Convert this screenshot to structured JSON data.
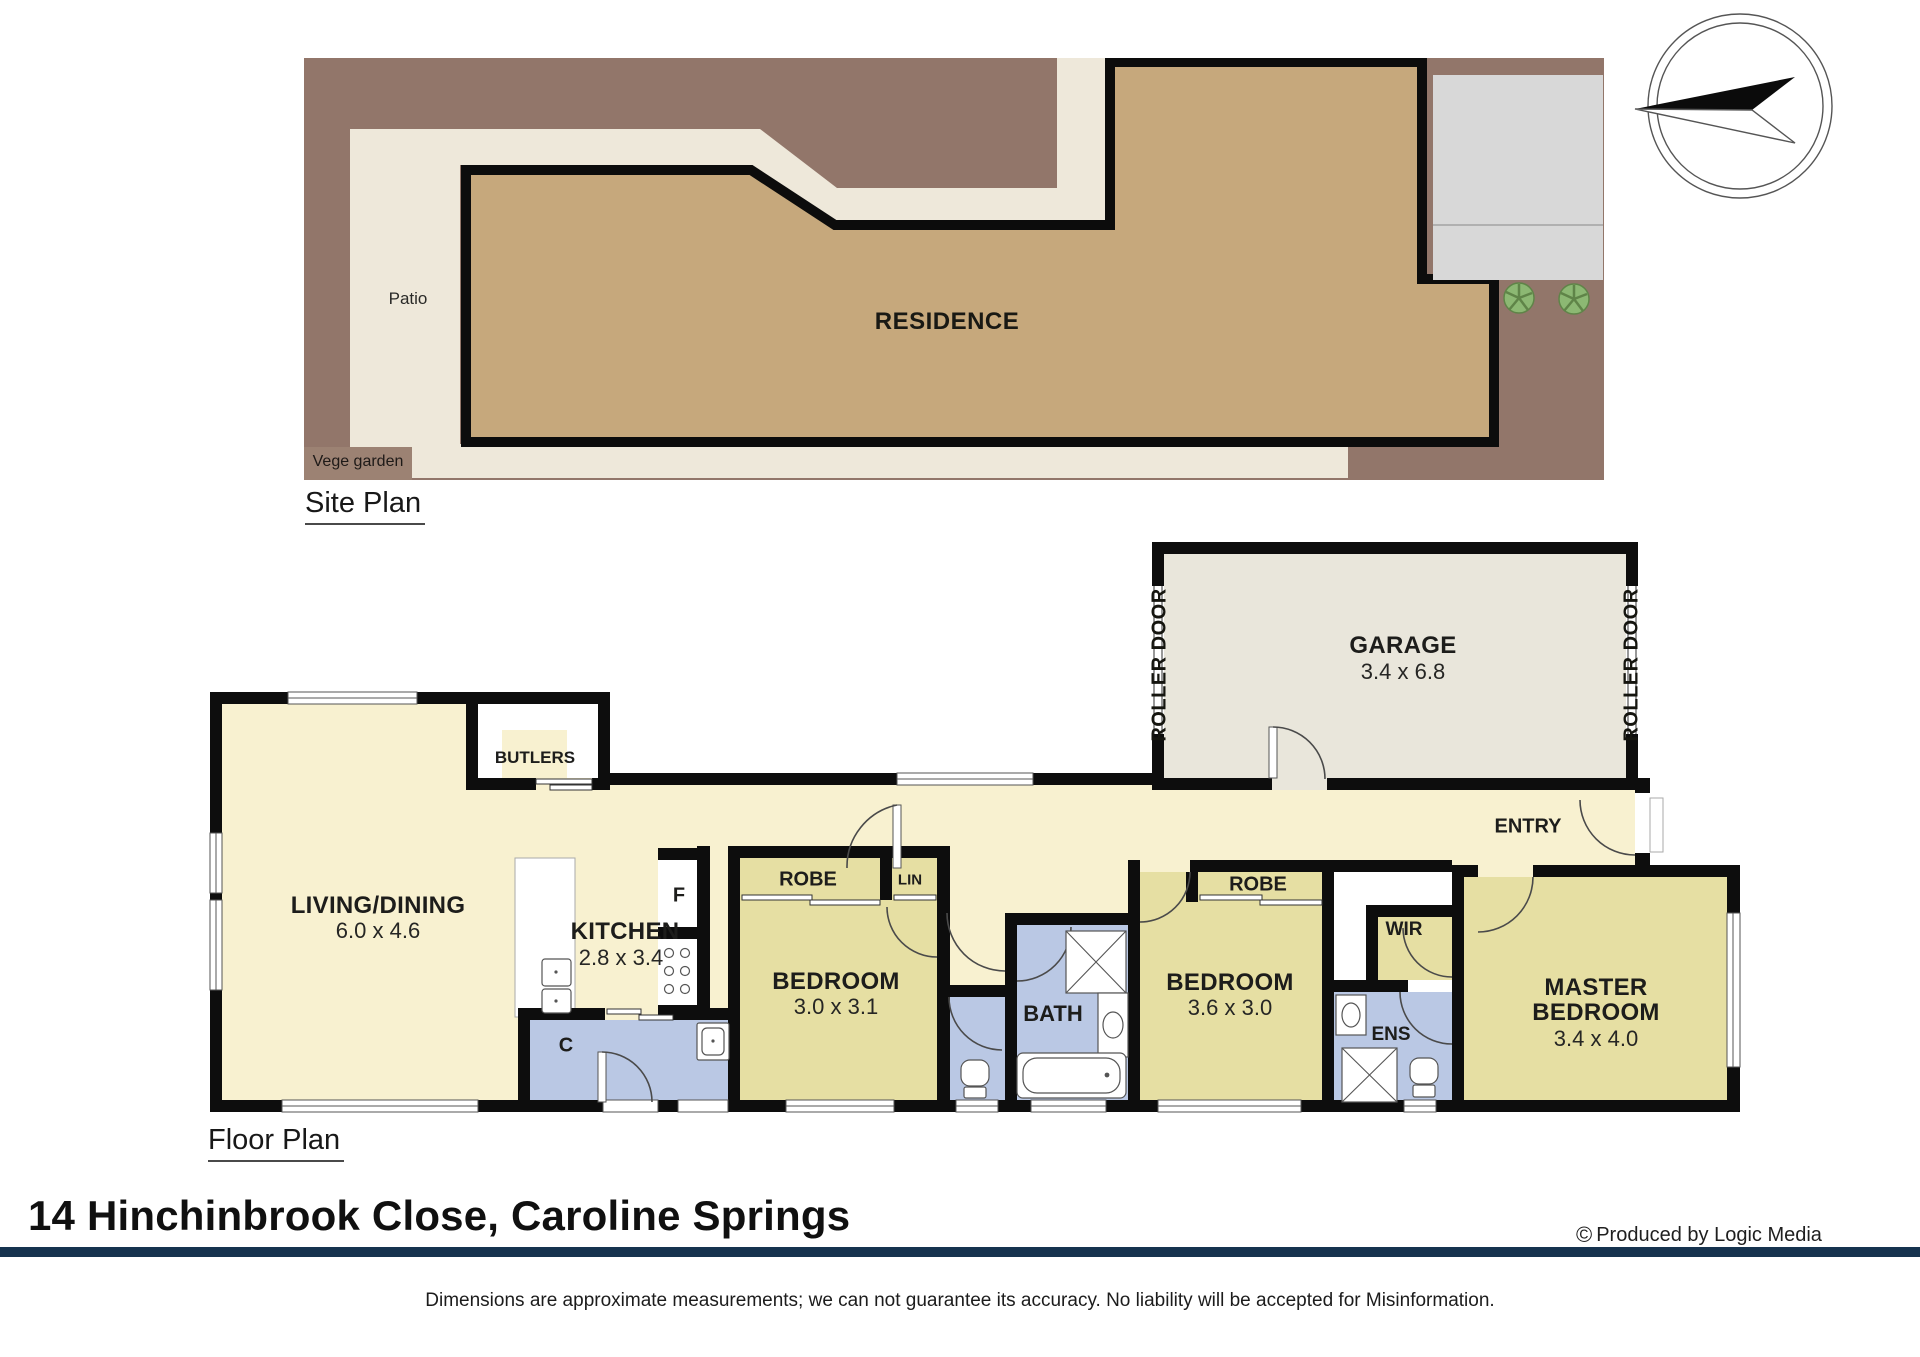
{
  "site_plan": {
    "title": "Site Plan",
    "labels": {
      "patio": "Patio",
      "residence": "RESIDENCE",
      "vege_garden": "Vege garden"
    }
  },
  "floor_plan": {
    "title": "Floor Plan",
    "rooms": {
      "living": {
        "name": "LIVING/DINING",
        "dims": "6.0 x 4.6"
      },
      "kitchen": {
        "name": "KITCHEN",
        "dims": "2.8 x 3.4"
      },
      "butlers": {
        "name": "BUTLERS"
      },
      "bedroom1": {
        "name": "BEDROOM",
        "dims": "3.0 x 3.1"
      },
      "bedroom2": {
        "name": "BEDROOM",
        "dims": "3.6 x 3.0"
      },
      "master": {
        "name_line1": "MASTER",
        "name_line2": "BEDROOM",
        "dims": "3.4 x 4.0"
      },
      "garage": {
        "name": "GARAGE",
        "dims": "3.4 x 6.8"
      },
      "bath": {
        "name": "BATH"
      },
      "ens": {
        "name": "ENS"
      },
      "wir": {
        "name": "WIR"
      },
      "entry": {
        "name": "ENTRY"
      },
      "robe": {
        "name": "ROBE"
      },
      "lin": {
        "name": "LIN"
      },
      "roller_door": "ROLLER DOOR",
      "fridge": "F",
      "cupboard": "C"
    }
  },
  "footer": {
    "address": "14 Hinchinbrook Close, Caroline Springs",
    "copyright": "©",
    "credit": "Produced by Logic Media",
    "disclaimer": "Dimensions are approximate measurements; we can not guarantee its accuracy. No liability will be accepted for Misinformation."
  },
  "colors": {
    "floor_cream": "#f8f1d0",
    "room_khaki": "#e6dfa3",
    "wet_blue": "#bac8e4",
    "garage_grey": "#e9e6db",
    "site_brown": "#92766a",
    "site_tan": "#c6a87c",
    "site_path": "#eee8da",
    "driveway_grey": "#d8d8d8",
    "tree_green": "#8cb873",
    "rule_navy": "#16334f"
  }
}
